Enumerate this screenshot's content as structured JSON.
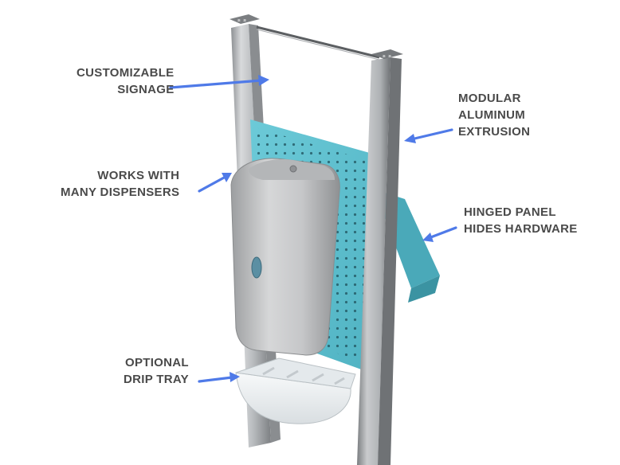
{
  "callouts": {
    "signage": {
      "lines": [
        "CUSTOMIZABLE",
        "SIGNAGE"
      ]
    },
    "extrusion": {
      "lines": [
        "MODULAR",
        "ALUMINUM",
        "EXTRUSION"
      ]
    },
    "dispensers": {
      "lines": [
        "WORKS WITH",
        "MANY DISPENSERS"
      ]
    },
    "panel": {
      "lines": [
        "HINGED PANEL",
        "HIDES HARDWARE"
      ]
    },
    "drip_tray": {
      "lines": [
        "OPTIONAL",
        "DRIP TRAY"
      ]
    }
  },
  "colors": {
    "arrow": "#4f7ae8",
    "label_text": "#4a4a4a",
    "panel": "#5bbfcf",
    "aluminum": "#c2c4c6",
    "tray": "#eef1f3"
  }
}
